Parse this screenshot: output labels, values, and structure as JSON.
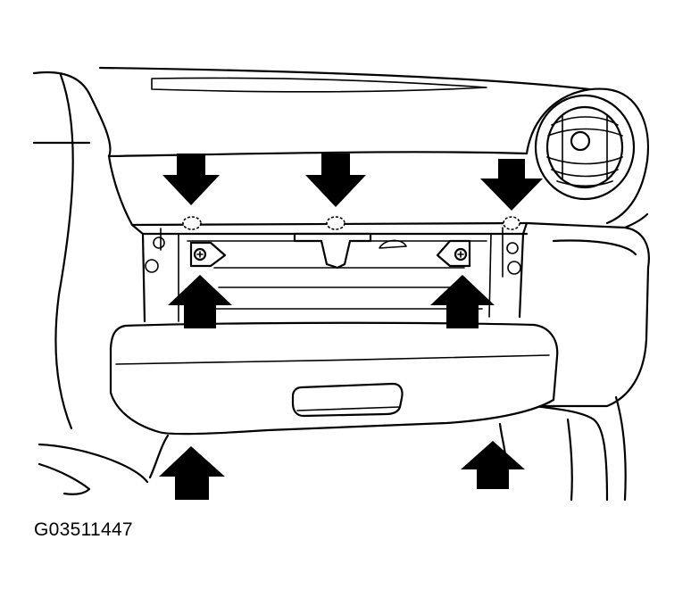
{
  "figure": {
    "id_label": "G03511447"
  },
  "callouts": [
    {
      "name": "upper-left-fastener-arrow",
      "direction": "down"
    },
    {
      "name": "upper-center-fastener-arrow",
      "direction": "down"
    },
    {
      "name": "upper-right-fastener-arrow",
      "direction": "down"
    },
    {
      "name": "left-screw-arrow",
      "direction": "up"
    },
    {
      "name": "right-screw-arrow",
      "direction": "up"
    },
    {
      "name": "lower-left-clip-arrow",
      "direction": "up"
    },
    {
      "name": "lower-right-clip-arrow",
      "direction": "up"
    }
  ],
  "colors": {
    "line": "#000000",
    "background": "#ffffff"
  }
}
